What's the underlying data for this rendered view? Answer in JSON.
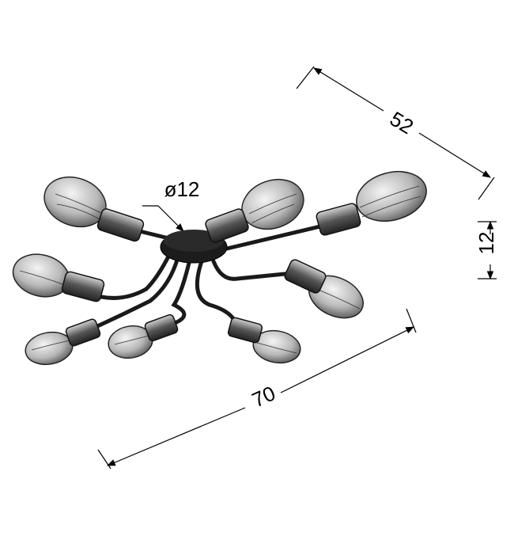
{
  "dimensions": {
    "depth": "52",
    "canopy_diameter": "ø12",
    "height": "12",
    "width": "70"
  },
  "colors": {
    "line": "#000000",
    "arm": "#1a1a1a",
    "background": "#ffffff"
  }
}
